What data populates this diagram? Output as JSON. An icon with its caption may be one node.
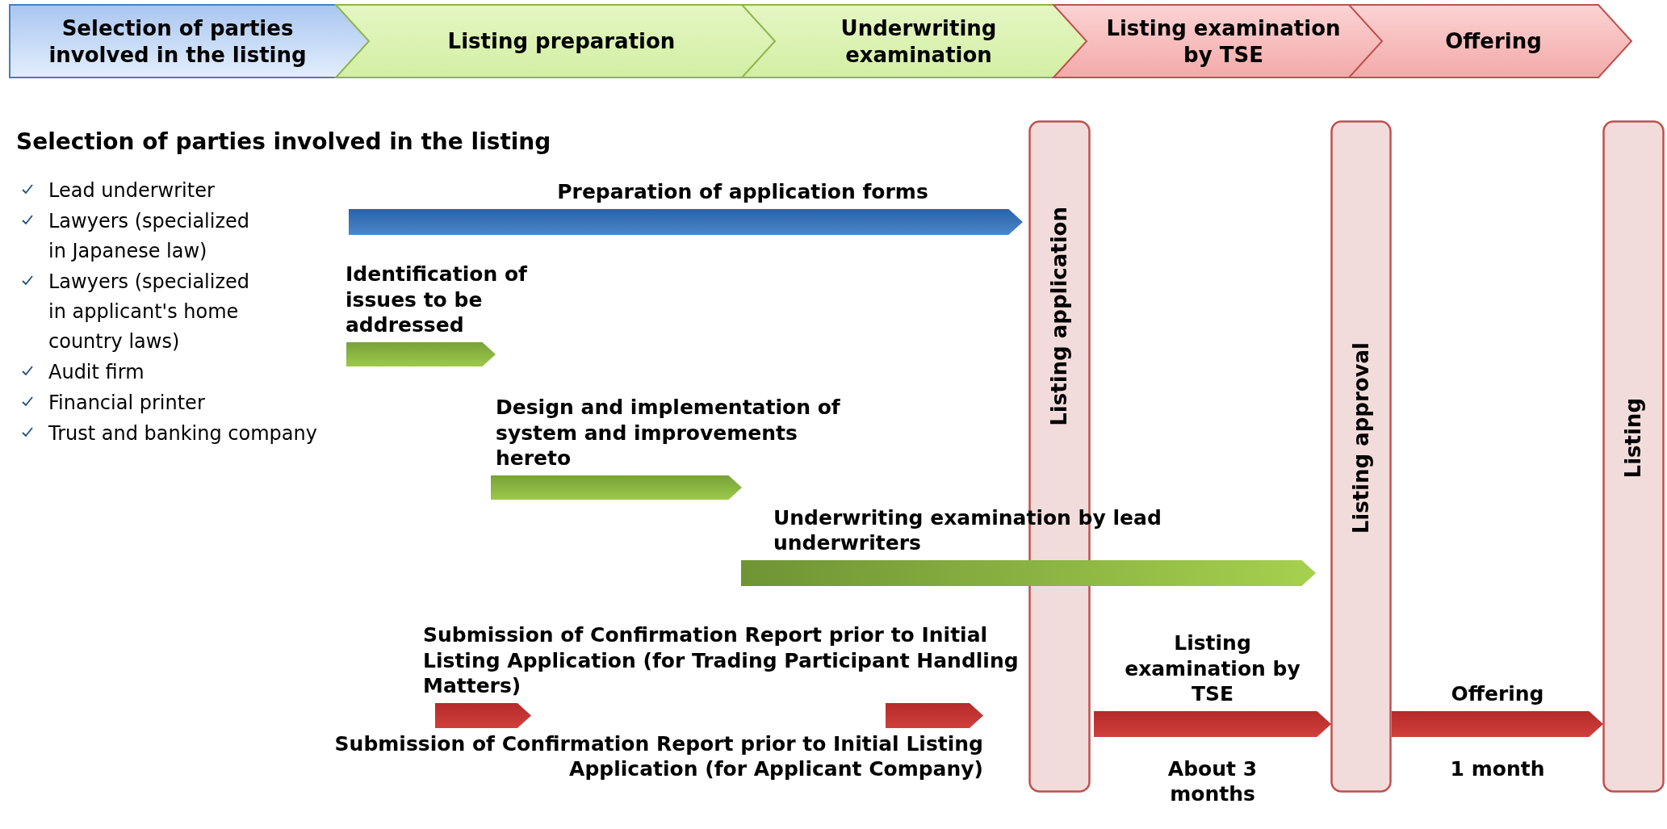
{
  "diagram": {
    "nodes": [
      {
        "text": [
          "Selection of parties involved in the listing"
        ]
      },
      {
        "text": [
          "Listing preparation"
        ]
      },
      {
        "text": [
          "Underwriting examination"
        ]
      },
      {
        "text": [
          "Listing examination by TSE"
        ]
      },
      {
        "text": [
          "Offering"
        ]
      },
      {
        "text": [
          "Preparation of application forms"
        ]
      },
      {
        "text": [
          "Identification of issues to be addressed"
        ]
      },
      {
        "text": [
          "Design and implementation of system and improvements hereto"
        ]
      },
      {
        "text": [
          "Underwriting examination by lead underwriters"
        ]
      },
      {
        "text": [
          "Submission of Confirmation Report prior to Initial Listing Application (for Trading Participant Handling Matters)"
        ]
      },
      {
        "text": [
          "Submission of Confirmation Report prior to Initial Listing Application (for Applicant Company)"
        ]
      },
      {
        "text": [
          "Listing examination by TSE"
        ],
        "beside": [
          "About 3 months"
        ]
      },
      {
        "text": [
          "Offering"
        ],
        "beside": [
          "1 month"
        ]
      },
      {
        "text": [
          "Listing application"
        ]
      },
      {
        "text": [
          "Listing approval"
        ]
      },
      {
        "text": [
          "Listing"
        ]
      }
    ],
    "labels": [
      "Selection of parties involved in the listing",
      "Lead underwriter",
      "Lawyers (specialized in Japanese law)",
      "Lawyers (specialized in applicant's home country laws)",
      "Audit firm",
      "Financial printer",
      "Trust and banking company"
    ]
  }
}
